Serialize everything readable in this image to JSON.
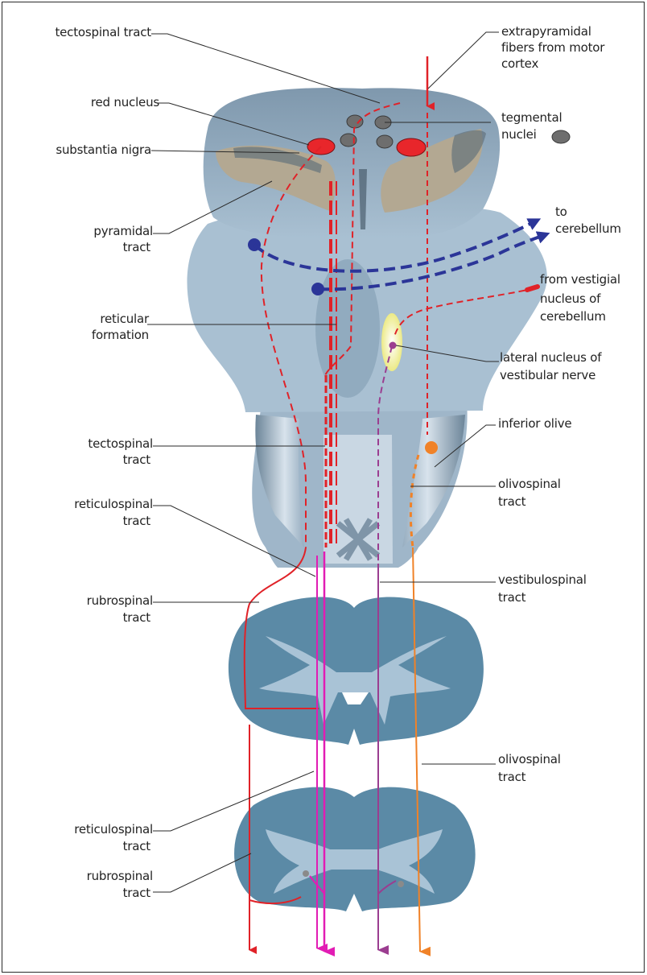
{
  "labels": {
    "tectospinal_top": "tectospinal tract",
    "red_nucleus": "red nucleus",
    "substantia_nigra": "substantia nigra",
    "pyramidal_1": "pyramidal",
    "pyramidal_2": "tract",
    "reticular_1": "reticular",
    "reticular_2": "formation",
    "tectospinal_mid_1": "tectospinal",
    "tectospinal_mid_2": "tract",
    "reticulospinal_mid_1": "reticulospinal",
    "reticulospinal_mid_2": "tract",
    "rubrospinal_mid_1": "rubrospinal",
    "rubrospinal_mid_2": "tract",
    "reticulospinal_low_1": "reticulospinal",
    "reticulospinal_low_2": "tract",
    "rubrospinal_low_1": "rubrospinal",
    "rubrospinal_low_2": "tract",
    "extrapyramidal_1": "extrapyramidal",
    "extrapyramidal_2": "fibers from motor",
    "extrapyramidal_3": "cortex",
    "tegmental_1": "tegmental",
    "tegmental_2": "nuclei",
    "to_cerebellum_1": "to",
    "to_cerebellum_2": "cerebellum",
    "vestigial_1": "from vestigial",
    "vestigial_2": "nucleus of",
    "vestigial_3": "cerebellum",
    "lateral_nucleus_1": "lateral nucleus of",
    "lateral_nucleus_2": "vestibular nerve",
    "inferior_olive": "inferior olive",
    "olivospinal_mid_1": "olivospinal",
    "olivospinal_mid_2": "tract",
    "vestibulospinal_1": "vestibulospinal",
    "vestibulospinal_2": "tract",
    "olivospinal_low_1": "olivospinal",
    "olivospinal_low_2": "tract"
  },
  "colors": {
    "tissue_light": "#a9c0d2",
    "tissue_mid": "#8fabc1",
    "spinal_cord": "#5b8aa6",
    "gray_matter": "#a9c3d6",
    "substantia_nigra": "#b3a892",
    "tegmental_nucleus": "#6e6e6e",
    "red_nucleus": "#e8262b",
    "rubro_tecto_tract": "#e02228",
    "reticulospinal_tract": "#e21cb4",
    "vestibulospinal_tract": "#9b3d90",
    "olivospinal_tract": "#f08228",
    "cerebellar_fibers": "#2b3598",
    "lateral_nucleus_glow": "#f5f0a0",
    "leader_line": "#2a2a2a"
  }
}
